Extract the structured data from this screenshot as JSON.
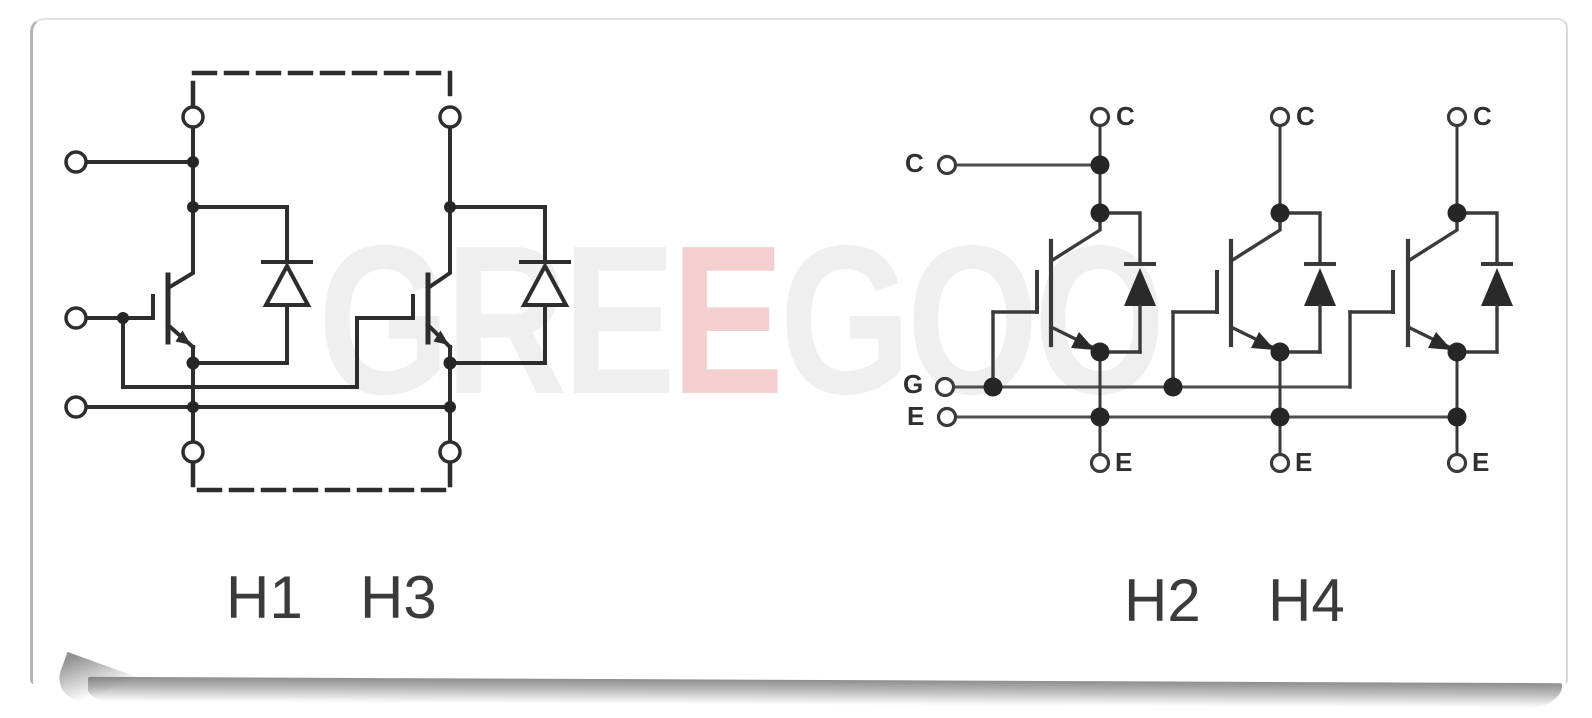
{
  "page": {
    "background_color": "#ffffff",
    "schematic_line_color": "#2d2d2d",
    "rail_line_color": "#4e4e4e",
    "label_color": "#2f2f2f",
    "page_edge_color": "#b3b3b8",
    "curl_shadow_color": "#8e8e8e"
  },
  "watermark": {
    "text": "GREEGOO",
    "segments": [
      {
        "text": "GRE",
        "color": "#f0eff0"
      },
      {
        "text": "E",
        "color": "#f3cfcf"
      },
      {
        "text": "GOO",
        "color": "#f0eff0"
      }
    ]
  },
  "left_module": {
    "labels": [
      "H1",
      "H3"
    ],
    "description_visible_text_only": "",
    "terminals": {
      "count_open_circles": 7
    }
  },
  "right_module": {
    "labels": [
      "H2",
      "H4"
    ],
    "collector_bus_label": "C",
    "gate_bus_label": "G",
    "emitter_bus_label": "E",
    "units": [
      {
        "collector_label": "C",
        "emitter_label": "E"
      },
      {
        "collector_label": "C",
        "emitter_label": "E"
      },
      {
        "collector_label": "C",
        "emitter_label": "E"
      }
    ]
  }
}
